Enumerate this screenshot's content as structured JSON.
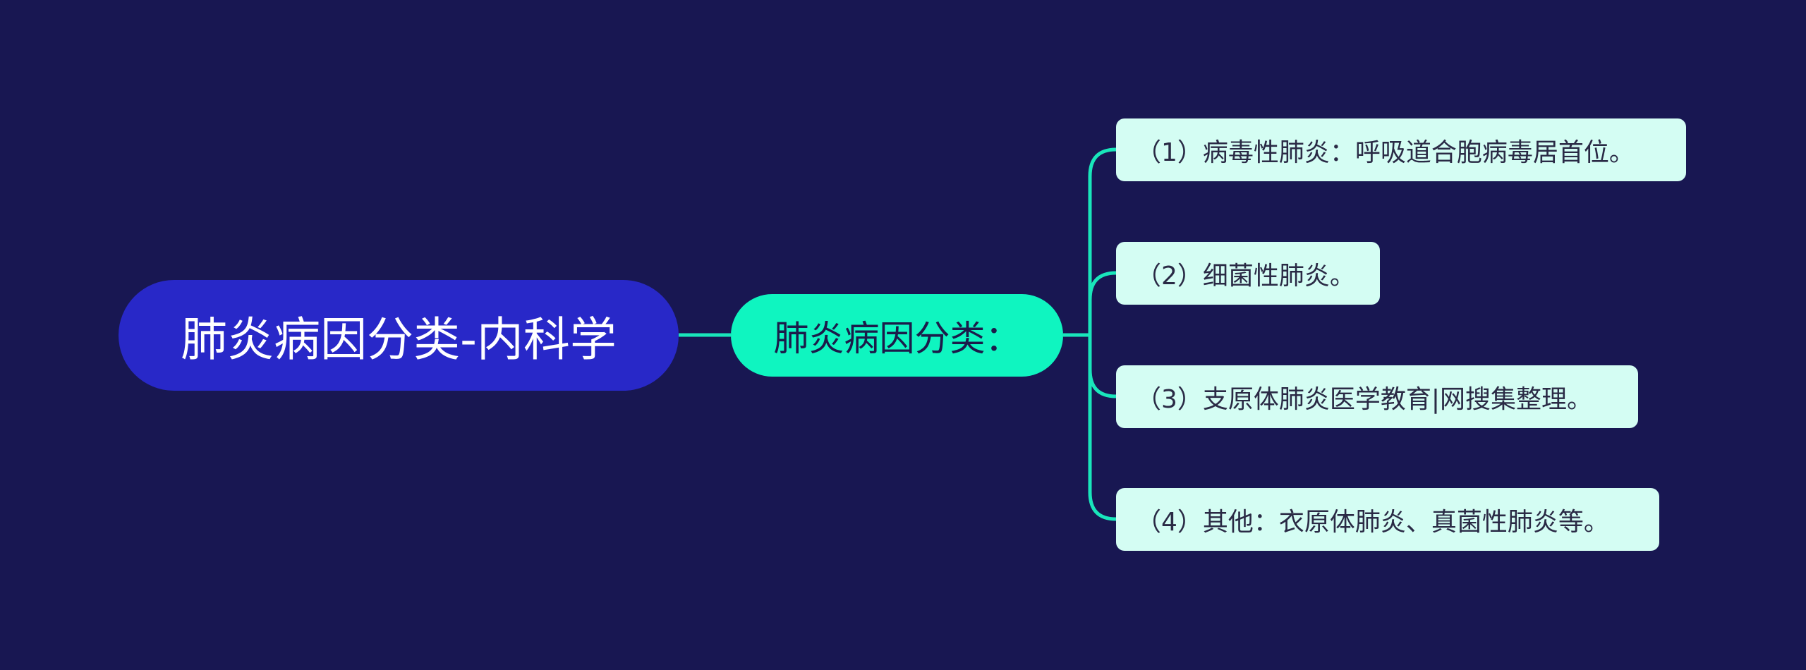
{
  "colors": {
    "background": "#181752",
    "root_fill": "#2828c8",
    "branch_fill": "#0ff5c0",
    "leaf_fill": "#d4fdf3",
    "connector": "#19e6bb"
  },
  "mindmap": {
    "root": {
      "label": "肺炎病因分类-内科学"
    },
    "branch": {
      "label": "肺炎病因分类："
    },
    "leaves": [
      {
        "label": "（1）病毒性肺炎：呼吸道合胞病毒居首位。"
      },
      {
        "label": "（2）细菌性肺炎。"
      },
      {
        "label": "（3）支原体肺炎医学教育|网搜集整理。"
      },
      {
        "label": "（4）其他：衣原体肺炎、真菌性肺炎等。"
      }
    ]
  }
}
